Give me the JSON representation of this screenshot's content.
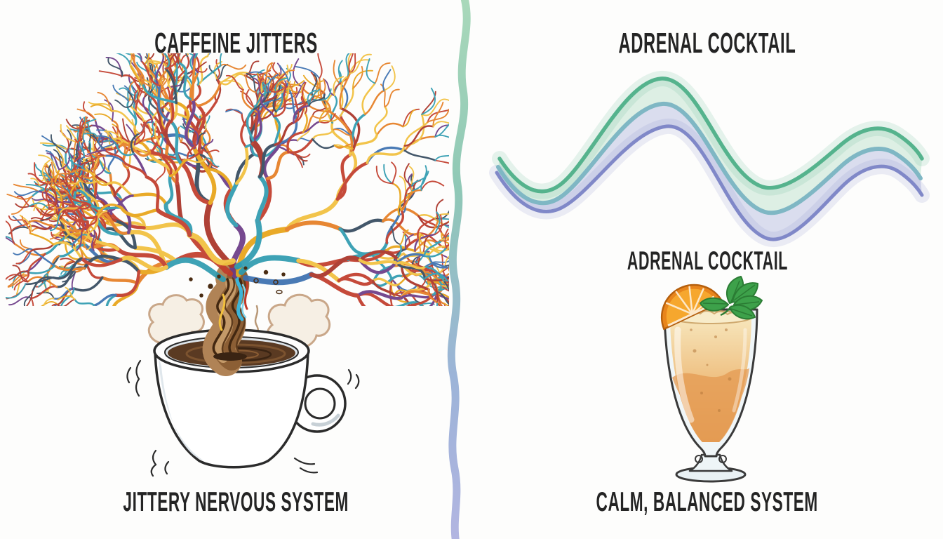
{
  "page": {
    "background": "#fdfdfc",
    "text_color": "#242424"
  },
  "left_panel": {
    "title": "CAFFEINE JITTERS",
    "caption": "JITTERY NERVOUS SYSTEM",
    "coffee_color": "#5a3a22",
    "trunk_color": "#b08356",
    "cup_outline_color": "#2b2b2b",
    "steam_outline_color": "#c9a789",
    "branch_palette": [
      "#c13b2a",
      "#c13b2a",
      "#a93226",
      "#e67e22",
      "#e67e22",
      "#f2c03c",
      "#e8a417",
      "#2e9bb0",
      "#2e9bb0",
      "#3a6fb0",
      "#34495e",
      "#6b3a86",
      "#c13b2a",
      "#f2c03c"
    ]
  },
  "right_panel": {
    "title": "ADRENAL COCKTAIL",
    "label": "ADRENAL COCKTAIL",
    "caption": "CALM, BALANCED SYSTEM",
    "wave_colors": {
      "green_line": "#55b38d",
      "teal_line": "#7fb7c4",
      "purple_line": "#8088c8",
      "green_fill": "#a9d8bd",
      "lavender_fill": "#aab0dc"
    },
    "drink_colors": [
      "#f7e6bc",
      "#efc183",
      "#e09a50"
    ],
    "orange_rind_color": "#e8851c",
    "orange_flesh_color": "#f6a72e",
    "mint_color": "#3da14a",
    "glass_outline_color": "#3a3a3a"
  },
  "divider": {
    "stops": [
      "#a9d8ba",
      "#8fc8b6",
      "#9cb4d8",
      "#b2b5e1"
    ]
  }
}
